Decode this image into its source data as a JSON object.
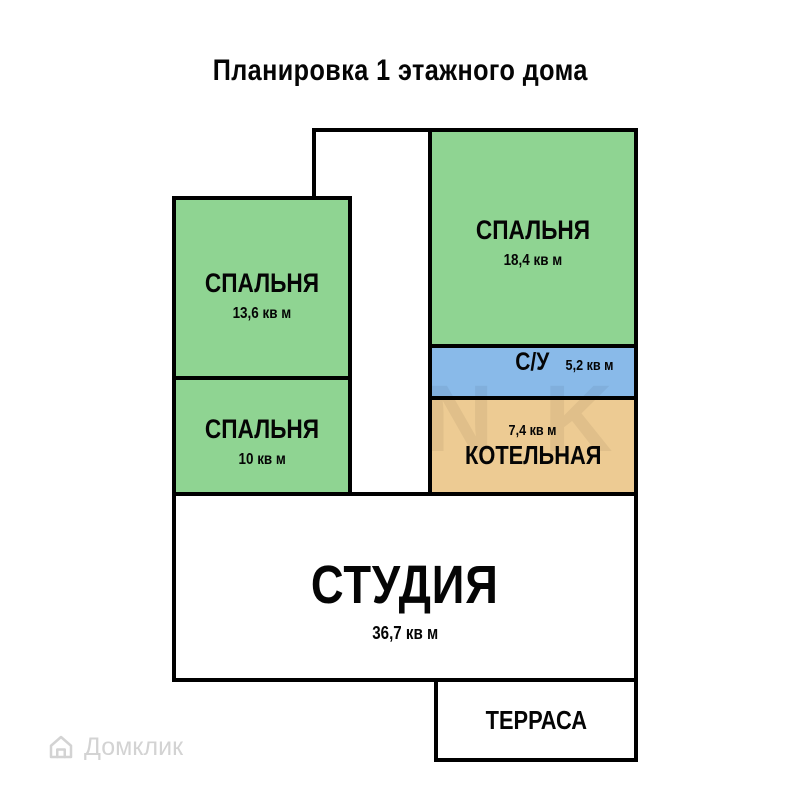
{
  "title": "Планировка 1 этажного дома",
  "rooms": {
    "bedroom_right": {
      "name": "СПАЛЬНЯ",
      "area": "18,4 кв м"
    },
    "bedroom_left_top": {
      "name": "СПАЛЬНЯ",
      "area": "13,6 кв м"
    },
    "bedroom_left_bottom": {
      "name": "СПАЛЬНЯ",
      "area": "10 кв м"
    },
    "bathroom": {
      "name": "С/У",
      "area": "5,2 кв м"
    },
    "boiler_room": {
      "name": "КОТЕЛЬНАЯ",
      "area": "7,4 кв м"
    },
    "studio": {
      "name": "СТУДИЯ",
      "area": "36,7 кв м"
    },
    "terrace": {
      "name": "ТЕРРАСА"
    }
  },
  "colors": {
    "bedroom_fill": "#8fd492",
    "bathroom_fill": "#89bae9",
    "boiler_fill": "#edcb93",
    "wall": "#000000",
    "watermark": "#d3d3d3"
  },
  "watermark": {
    "brand": "Домклик",
    "overlay": "N K"
  }
}
